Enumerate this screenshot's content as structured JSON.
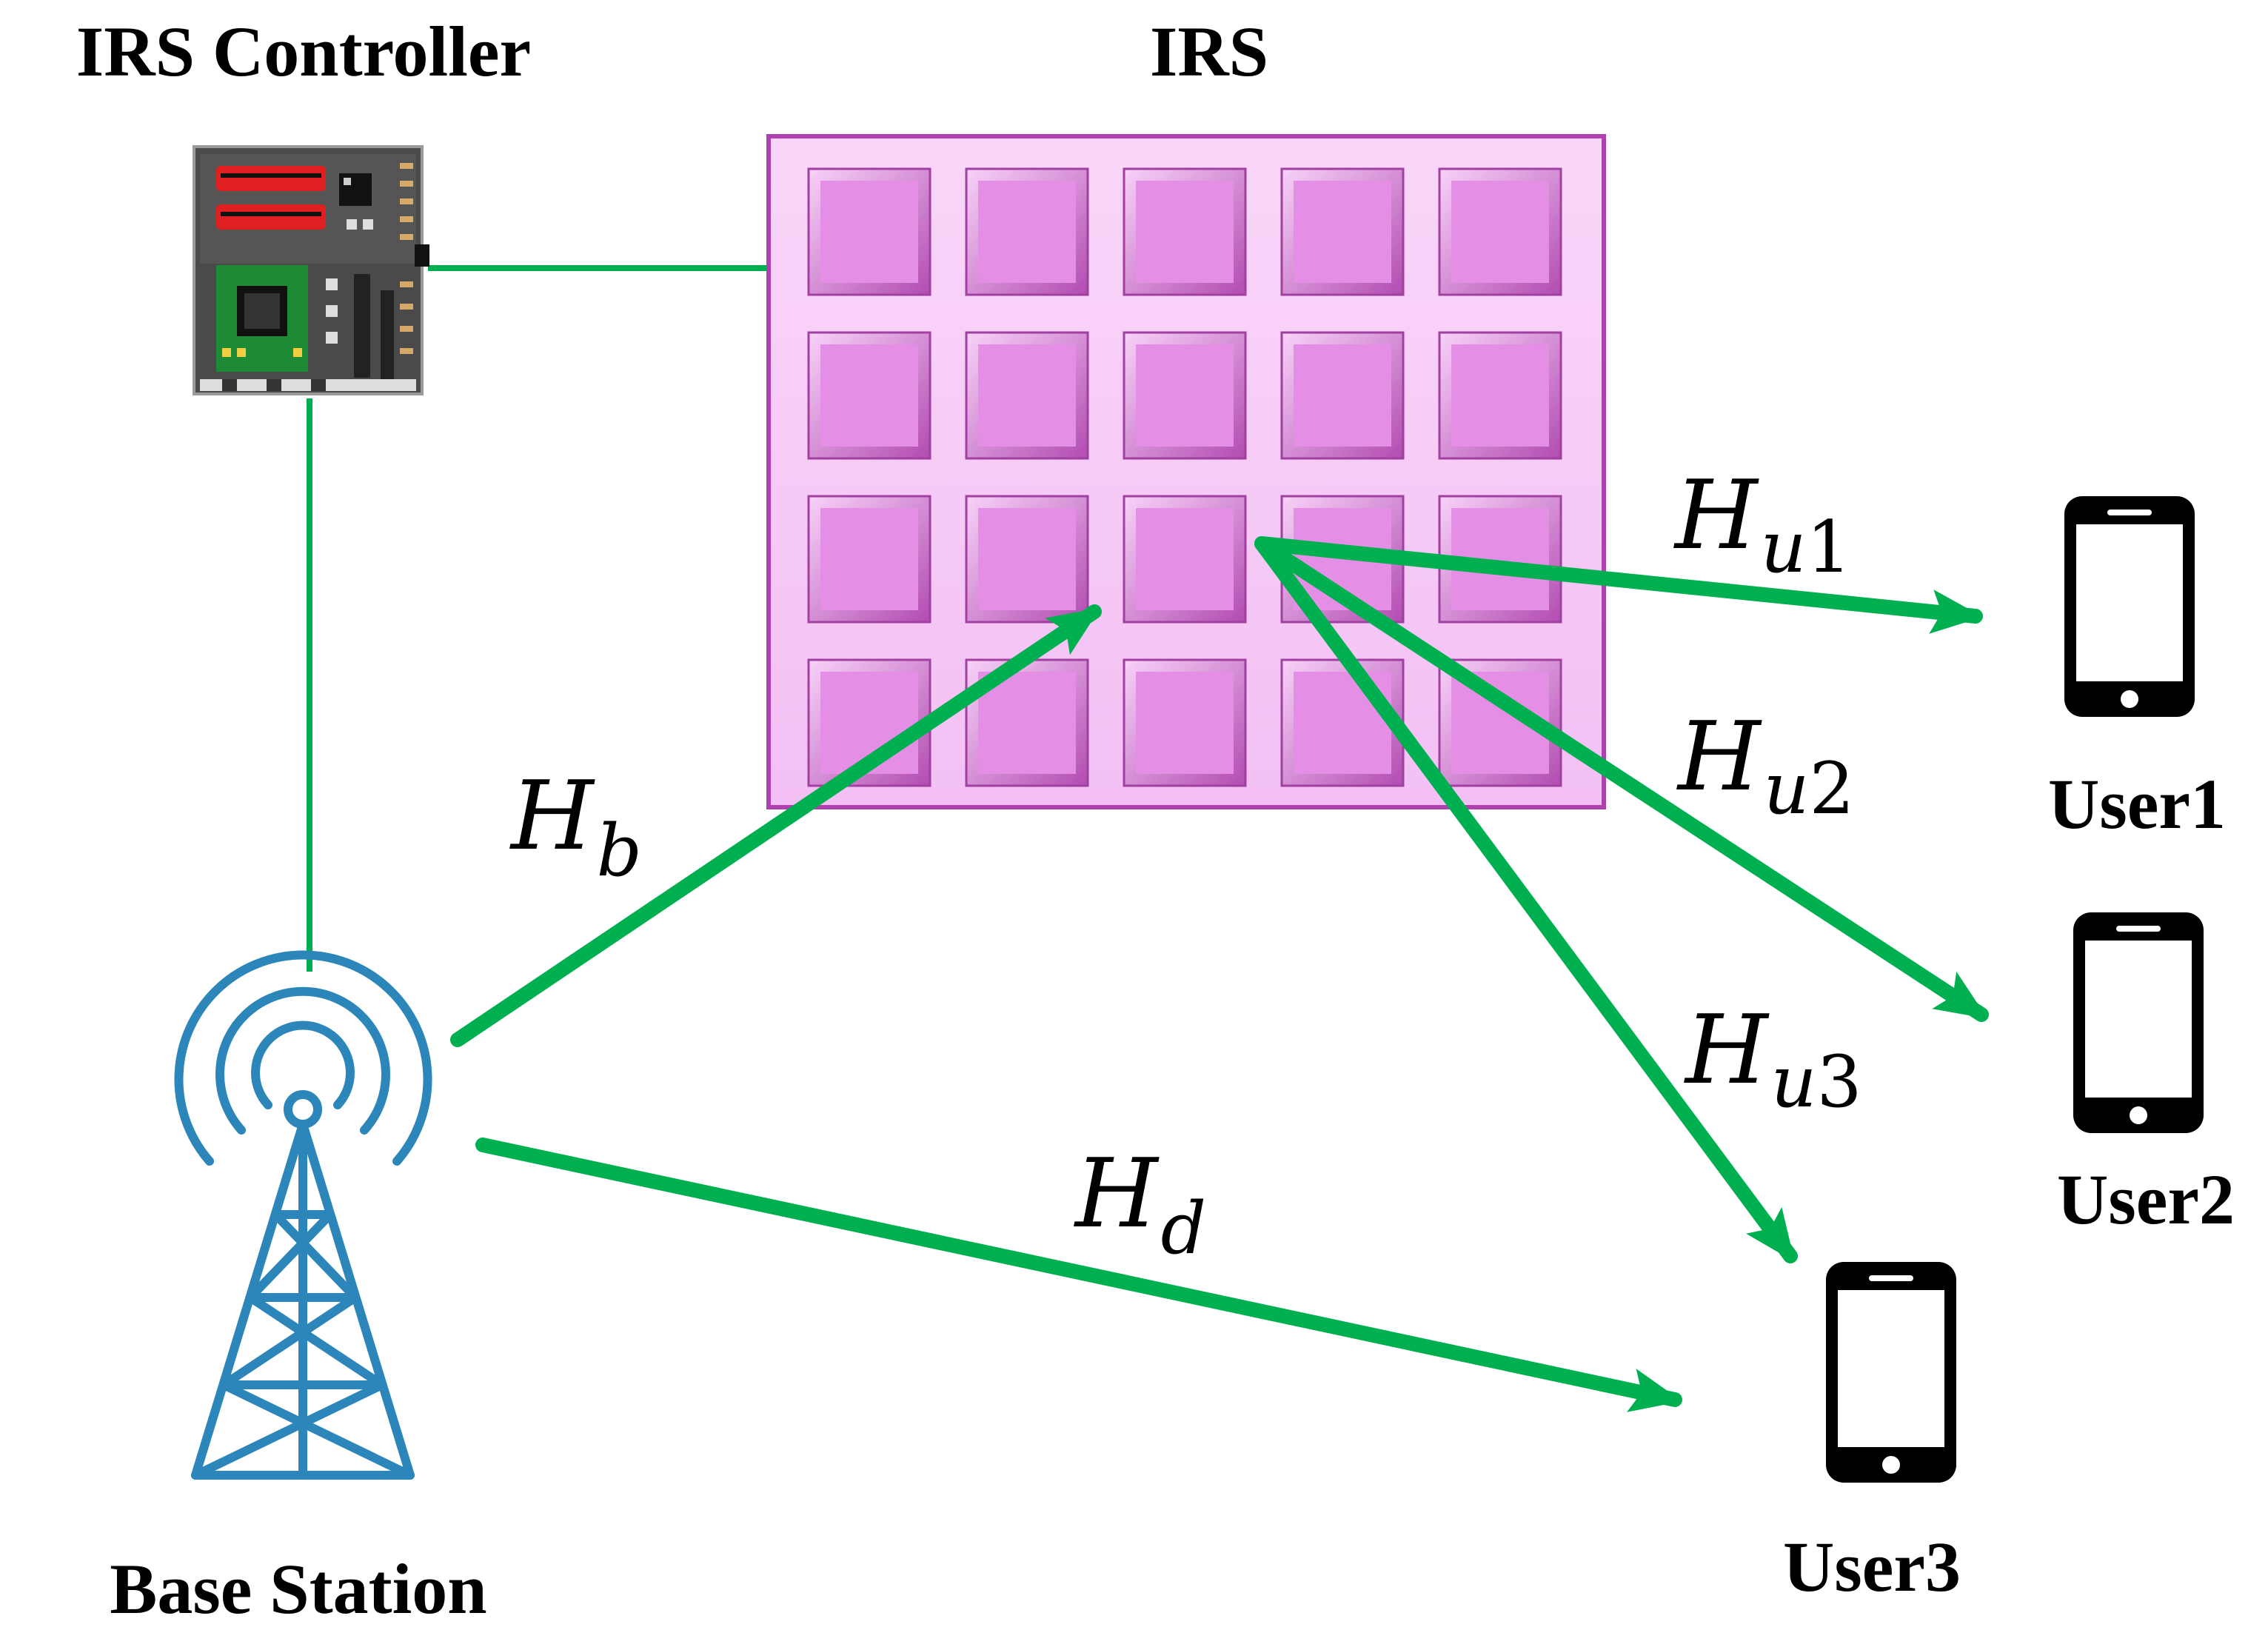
{
  "labels": {
    "controller": "IRS Controller",
    "irs": "IRS",
    "base_station": "Base Station",
    "user1": "User1",
    "user2": "User2",
    "user3": "User3"
  },
  "channels": {
    "hb": {
      "main": "H",
      "sub": "b"
    },
    "hd": {
      "main": "H",
      "sub": "d"
    },
    "hu1": {
      "main": "H",
      "sub": "u",
      "subnum": "1"
    },
    "hu2": {
      "main": "H",
      "sub": "u",
      "subnum": "2"
    },
    "hu3": {
      "main": "H",
      "sub": "u",
      "subnum": "3"
    }
  },
  "colors": {
    "link": "#00b050",
    "irs_panel": "#f6c4f6",
    "irs_panel_border": "#b040b0",
    "irs_element": "#e58ee5",
    "tower": "#2d86b9",
    "phone": "#000000"
  },
  "icons": {
    "controller": "circuit-board-icon",
    "base_station": "antenna-tower-icon",
    "user": "smartphone-icon"
  }
}
